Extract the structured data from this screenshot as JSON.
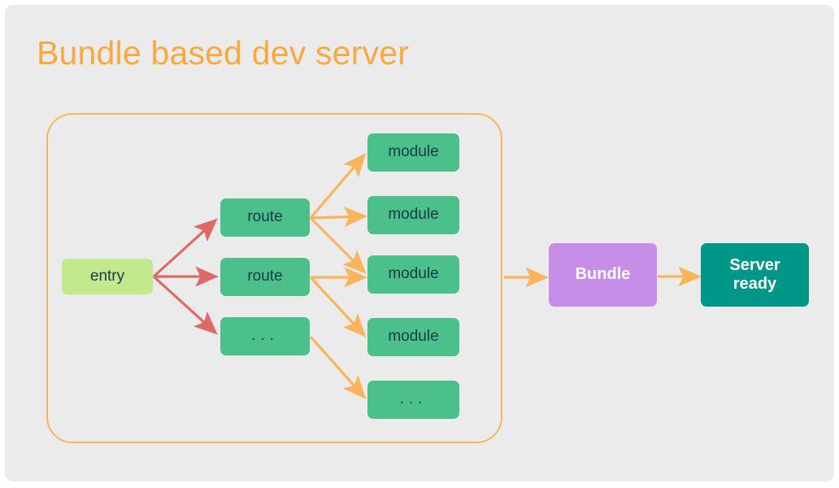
{
  "page": {
    "title": "Bundle based dev server",
    "background_color": "#ebebeb",
    "title_color": "#faa93f"
  },
  "colors": {
    "entry_fill": "#c3e88d",
    "node_fill": "#4cc08a",
    "bundle_fill": "#c78ee8",
    "server_fill": "#009688",
    "node_text": "#163b4a",
    "inverse_text": "#ffffff",
    "arrow_red": "#dd6a66",
    "arrow_orange": "#fbb45c",
    "group_border": "#fbb45c"
  },
  "diagram": {
    "group_label": "bundling-group",
    "nodes": {
      "entry": {
        "label": "entry"
      },
      "routes": [
        {
          "label": "route"
        },
        {
          "label": "route"
        },
        {
          "label": "..."
        }
      ],
      "modules": [
        {
          "label": "module"
        },
        {
          "label": "module"
        },
        {
          "label": "module"
        },
        {
          "label": "module"
        },
        {
          "label": "..."
        }
      ],
      "bundle": {
        "label": "Bundle"
      },
      "server": {
        "label": "Server\nready",
        "line1": "Server",
        "line2": "ready"
      }
    },
    "edges": [
      {
        "from": "entry",
        "to": "route-1",
        "color": "#dd6a66"
      },
      {
        "from": "entry",
        "to": "route-2",
        "color": "#dd6a66"
      },
      {
        "from": "entry",
        "to": "route-3",
        "color": "#dd6a66"
      },
      {
        "from": "route-1",
        "to": "module-1",
        "color": "#fbb45c"
      },
      {
        "from": "route-1",
        "to": "module-2",
        "color": "#fbb45c"
      },
      {
        "from": "route-1",
        "to": "module-3",
        "color": "#fbb45c"
      },
      {
        "from": "route-2",
        "to": "module-3",
        "color": "#fbb45c"
      },
      {
        "from": "route-2",
        "to": "module-4",
        "color": "#fbb45c"
      },
      {
        "from": "route-3",
        "to": "module-5",
        "color": "#fbb45c"
      },
      {
        "from": "group",
        "to": "bundle",
        "color": "#fbb45c"
      },
      {
        "from": "bundle",
        "to": "server",
        "color": "#fbb45c"
      }
    ]
  }
}
